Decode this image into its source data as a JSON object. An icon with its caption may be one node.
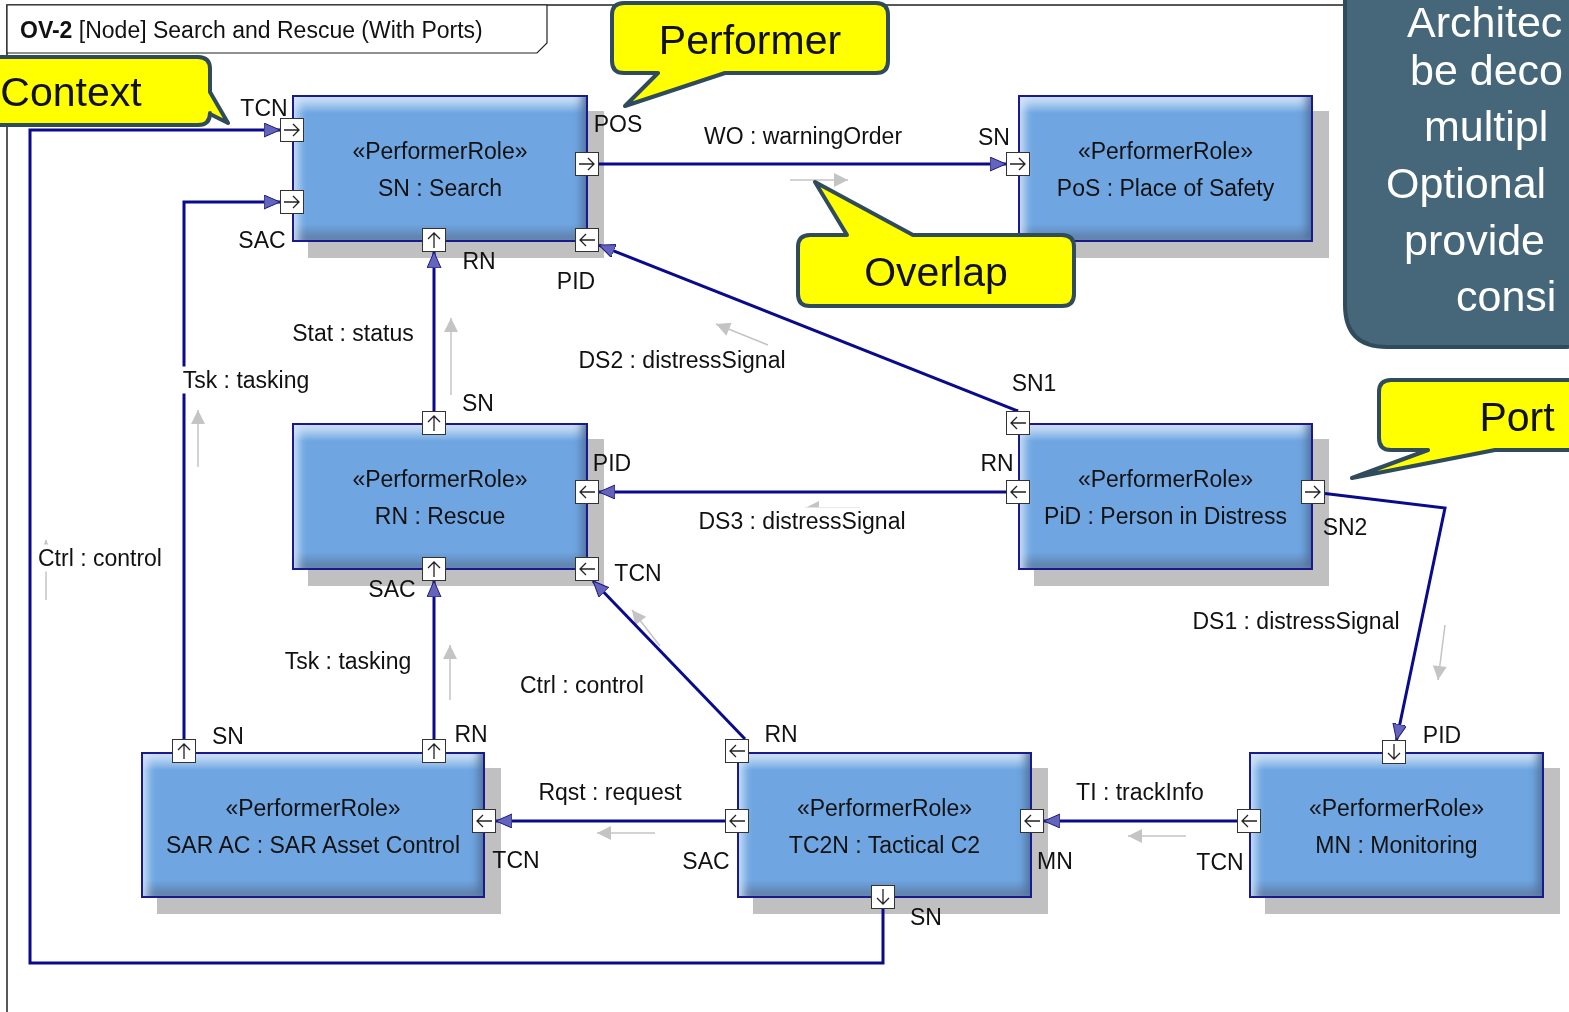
{
  "diagram": {
    "title": "**OV-2** [Node] Search and Rescue (With Ports)",
    "nodes": [
      {
        "text": [
          "Performer"
        ]
      },
      {
        "text": [
          "Context"
        ]
      },
      {
        "text": [
          "«PerformerRole»",
          "SN : Search"
        ]
      },
      {
        "text": [
          "«PerformerRole»",
          "PoS : Place of Safety"
        ]
      },
      {
        "text": [
          "Overlap"
        ]
      },
      {
        "text": [
          "Architec",
          "be deco",
          "multipl",
          "Optional",
          "provide",
          "consi"
        ]
      },
      {
        "text": [
          "«PerformerRole»",
          "RN : Rescue"
        ]
      },
      {
        "text": [
          "«PerformerRole»",
          "PiD : Person in Distress"
        ]
      },
      {
        "text": [
          "Port"
        ]
      },
      {
        "text": [
          "«PerformerRole»",
          "SAR AC : SAR Asset Control"
        ]
      },
      {
        "text": [
          "«PerformerRole»",
          "TC2N : Tactical C2"
        ]
      },
      {
        "text": [
          "«PerformerRole»",
          "MN : Monitoring"
        ]
      },
      {
        "text": [],
        "shape": "box",
        "beside": [
          "TCN"
        ]
      },
      {
        "text": [],
        "shape": "box",
        "beside": [
          "SAC"
        ]
      },
      {
        "text": [],
        "shape": "box",
        "beside": [
          "POS"
        ]
      },
      {
        "text": [],
        "shape": "box",
        "beside": [
          "PID"
        ]
      },
      {
        "text": [],
        "shape": "box",
        "beside": [
          "RN"
        ]
      },
      {
        "text": [],
        "shape": "box",
        "beside": [
          "SN"
        ]
      },
      {
        "text": [],
        "shape": "box",
        "beside": [
          "SN"
        ]
      },
      {
        "text": [],
        "shape": "box",
        "beside": [
          "PID"
        ]
      },
      {
        "text": [],
        "shape": "box",
        "beside": [
          "TCN"
        ]
      },
      {
        "text": [],
        "shape": "box",
        "beside": [
          "SAC"
        ]
      },
      {
        "text": [],
        "shape": "box",
        "beside": [
          "SN1"
        ]
      },
      {
        "text": [],
        "shape": "box",
        "beside": [
          "RN"
        ]
      },
      {
        "text": [],
        "shape": "box",
        "beside": [
          "SN2"
        ]
      },
      {
        "text": [],
        "shape": "box",
        "beside": [
          "SN"
        ]
      },
      {
        "text": [],
        "shape": "box",
        "beside": [
          "RN"
        ]
      },
      {
        "text": [],
        "shape": "box",
        "beside": [
          "TCN"
        ]
      },
      {
        "text": [],
        "shape": "box",
        "beside": [
          "RN"
        ]
      },
      {
        "text": [],
        "shape": "box",
        "beside": [
          "SAC"
        ]
      },
      {
        "text": [],
        "shape": "box",
        "beside": [
          "MN"
        ]
      },
      {
        "text": [],
        "shape": "box",
        "beside": [
          "SN"
        ]
      },
      {
        "text": [],
        "shape": "box",
        "beside": [
          "PID"
        ]
      },
      {
        "text": [],
        "shape": "box",
        "beside": [
          "TCN"
        ]
      }
    ],
    "edges": [
      {
        "from": 14,
        "to": 17,
        "arrow": "to",
        "label": "WO : warningOrder"
      },
      {
        "from": 22,
        "to": 15,
        "arrow": "to",
        "label": "DS2 : distressSignal"
      },
      {
        "from": 18,
        "to": 16,
        "arrow": "to",
        "label": "Stat : status"
      },
      {
        "from": 23,
        "to": 19,
        "arrow": "to",
        "label": "DS3 : distressSignal"
      },
      {
        "from": 24,
        "to": 32,
        "arrow": "to",
        "label": "DS1 : distressSignal"
      },
      {
        "from": 28,
        "to": 20,
        "arrow": "to",
        "label": "Ctrl : control"
      },
      {
        "from": 26,
        "to": 21,
        "arrow": "to",
        "label": "Tsk : tasking"
      },
      {
        "from": 29,
        "to": 27,
        "arrow": "to",
        "label": "Rqst : request"
      },
      {
        "from": 33,
        "to": 30,
        "arrow": "to",
        "label": "TI : trackInfo"
      },
      {
        "from": 31,
        "to": 12,
        "arrow": "to",
        "label": "Ctrl : control"
      },
      {
        "from": 25,
        "to": 13,
        "arrow": "to",
        "label": "Tsk : tasking"
      }
    ]
  }
}
